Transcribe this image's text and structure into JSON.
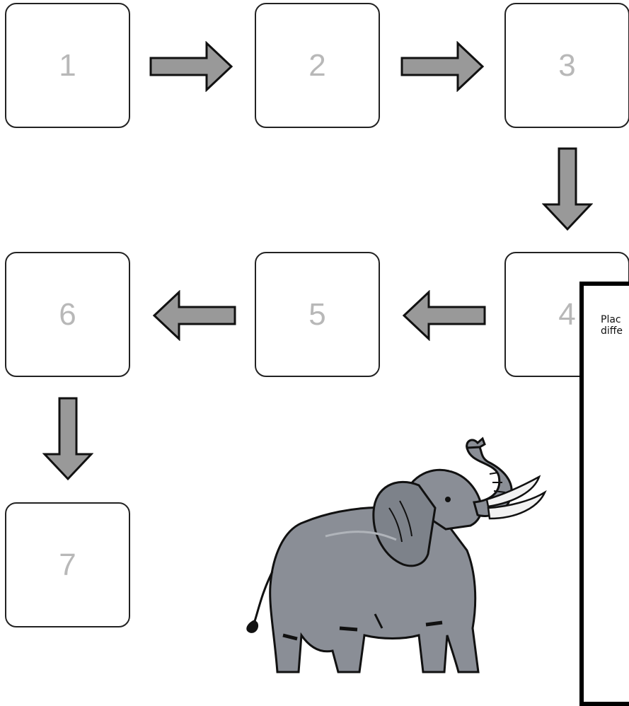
{
  "steps": [
    {
      "number": "1"
    },
    {
      "number": "2"
    },
    {
      "number": "3"
    },
    {
      "number": "4"
    },
    {
      "number": "5"
    },
    {
      "number": "6"
    },
    {
      "number": "7"
    }
  ],
  "panel": {
    "text": "Plac\ndiffe"
  },
  "colors": {
    "box_border": "#222222",
    "number_text": "#b8b8b8",
    "arrow_fill": "#999999",
    "arrow_stroke": "#111111",
    "elephant_body": "#8a8e96",
    "elephant_ear": "#7d828a",
    "tusk": "#f2f2f2"
  },
  "icons": {
    "arrows": [
      "arrow-right-icon",
      "arrow-right-icon",
      "arrow-down-icon",
      "arrow-left-icon",
      "arrow-left-icon",
      "arrow-down-icon"
    ],
    "illustration": "elephant-illustration"
  }
}
